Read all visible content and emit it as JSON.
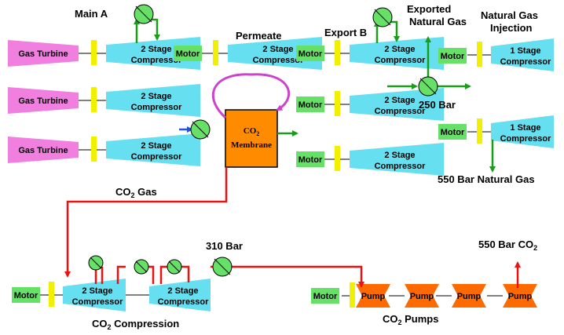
{
  "labels": {
    "main_a": "Main A",
    "permeate": "Permeate",
    "export_b": "Export B",
    "exported_ng_1": "Exported",
    "exported_ng_2": "Natural Gas",
    "ng_injection_1": "Natural Gas",
    "ng_injection_2": "Injection",
    "bar250": "250 Bar",
    "bar550_ng": "550 Bar Natural Gas",
    "co2_gas": "CO",
    "co2_gas_sub": "2",
    "co2_gas_tail": " Gas",
    "bar310": "310 Bar",
    "bar550_co2": "550 Bar CO",
    "bar550_co2_sub": "2",
    "co2_compression": "CO",
    "co2_compression_sub": "2",
    "co2_compression_tail": " Compression",
    "co2_pumps": "CO",
    "co2_pumps_sub": "2",
    "co2_pumps_tail": " Pumps"
  },
  "boxes": {
    "gas_turbine": "Gas Turbine",
    "motor": "Motor",
    "pump": "Pump",
    "compressor_2_line1": "2 Stage",
    "compressor_2_line2": "Compressor",
    "compressor_1_line1": "1 Stage",
    "compressor_1_line2": "Compressor",
    "membrane_line1": "CO",
    "membrane_sub": "2",
    "membrane_line2": "Membrane"
  },
  "colors": {
    "turbine": "#f07fe0",
    "compressor": "#66e0f0",
    "motor": "#66e066",
    "coupling": "#f0f000",
    "pump": "#ff6a00",
    "membrane": "#ff8c00",
    "cooler": "#66e066",
    "green_flow": "#1a9e1a",
    "red_flow": "#ee1111",
    "blue_flow": "#2255dd",
    "purple_flow": "#cc44cc"
  }
}
